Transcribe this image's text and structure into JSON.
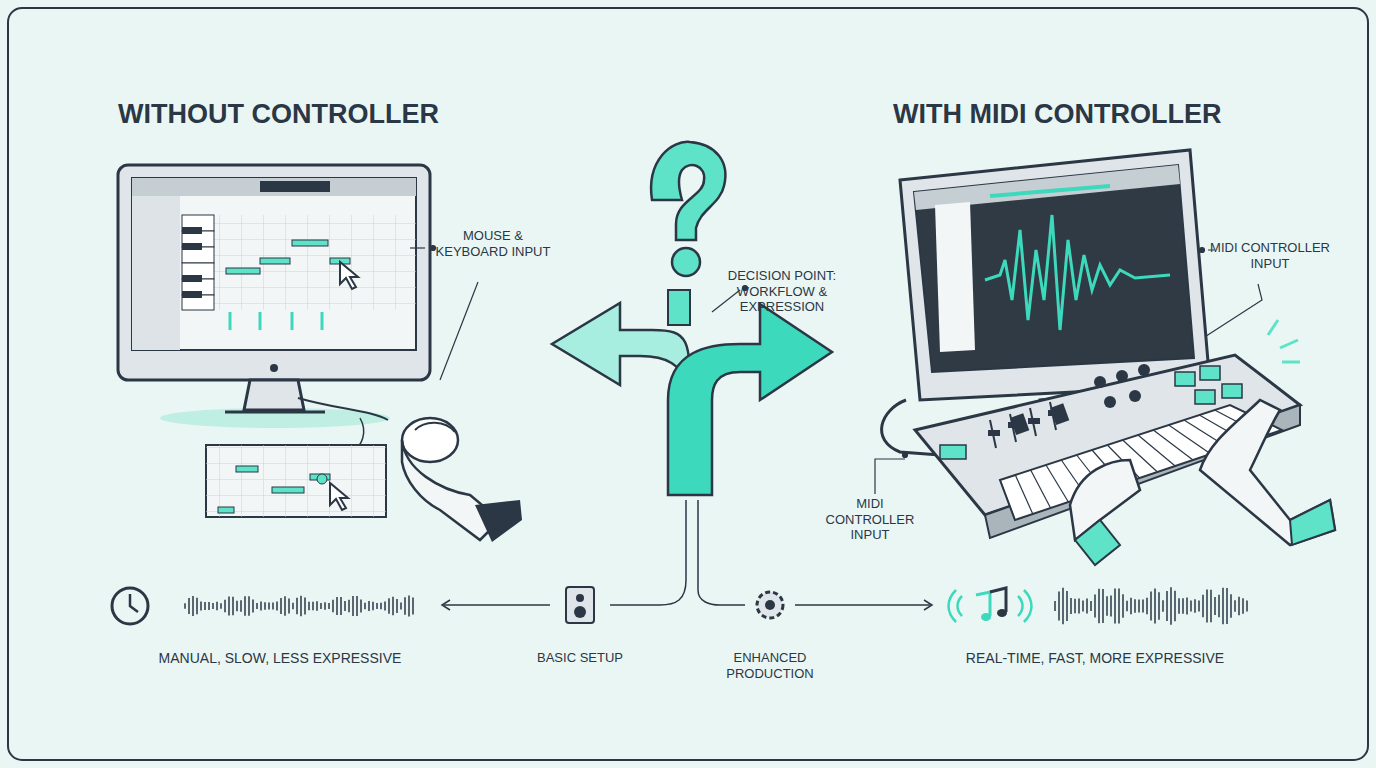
{
  "diagram": {
    "labels": [
      "WITHOUT CONTROLLER",
      "WITH MIDI CONTROLLER",
      "MOUSE & KEYBOARD INPUT",
      "DECISION POINT: WORKFLOW & EXPRESSION",
      "MIDI CONTROLLER INPUT",
      "MIDI CONTROLLER INPUT",
      "MANUAL, SLOW, LESS EXPRESSIVE",
      "BASIC SETUP",
      "ENHANCED PRODUCTION",
      "REAL-TIME, FAST, MORE EXPRESSIVE"
    ]
  }
}
